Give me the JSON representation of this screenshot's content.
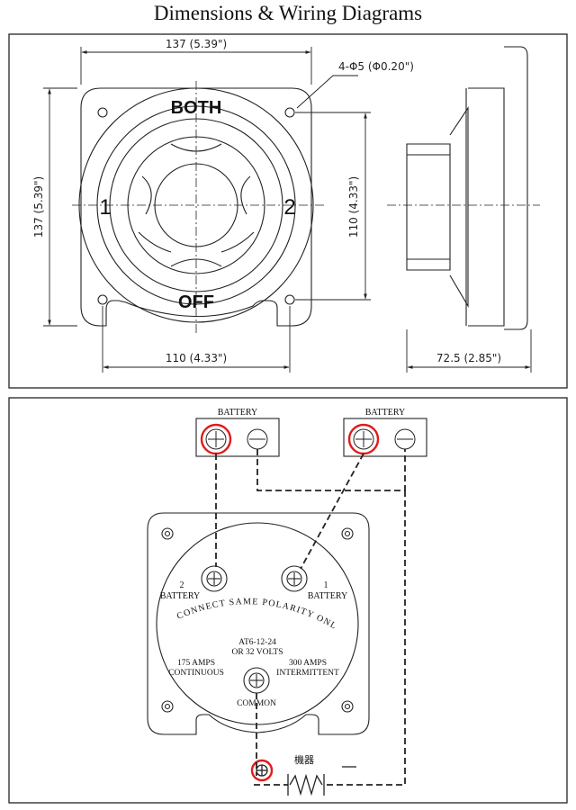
{
  "title": "Dimensions & Wiring Diagrams",
  "dimensions": {
    "top_width": "137 (5.39\")",
    "hole_spec": "4-Φ5 (Φ0.20\")",
    "left_height": "137 (5.39\")",
    "right_height": "110 (4.33\")",
    "bottom_spacing": "110 (4.33\")",
    "depth": "72.5 (2.85\")"
  },
  "positions": {
    "top": "BOTH",
    "left": "1",
    "right": "2",
    "bottom": "OFF"
  },
  "wiring": {
    "battery_left": "BATTERY",
    "battery_right": "BATTERY",
    "terminal_2": "2",
    "terminal_2_label": "BATTERY",
    "terminal_1": "1",
    "terminal_1_label": "BATTERY",
    "polarity_note": "CONNECT SAME POLARITY ONLY",
    "voltage_line1": "AT6-12-24",
    "voltage_line2": "OR 32 VOLTS",
    "amps_left_line1": "175 AMPS",
    "amps_left_line2": "CONTINUOUS",
    "amps_right_line1": "300 AMPS",
    "amps_right_line2": "INTERMITTENT",
    "common": "COMMON",
    "load": "機器"
  },
  "colors": {
    "highlight": "#e01b1b",
    "line": "#222222"
  }
}
